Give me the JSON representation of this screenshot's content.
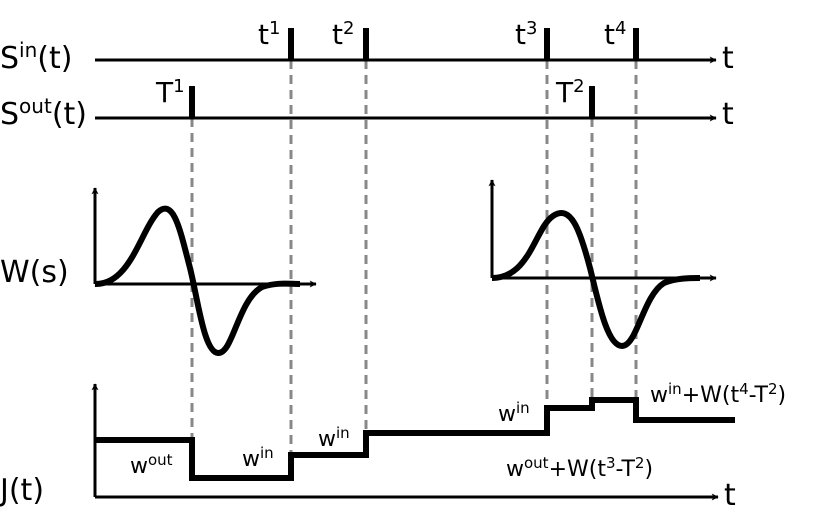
{
  "rows": {
    "s_in": {
      "base": "S",
      "sup": "in",
      "tail": "(t)",
      "axis_label": "t"
    },
    "s_out": {
      "base": "S",
      "sup": "out",
      "tail": "(t)",
      "axis_label": "t"
    },
    "w": {
      "label": "W(s)"
    },
    "j": {
      "label": "J(t)",
      "axis_label": "t"
    }
  },
  "input_spikes": [
    {
      "base": "t",
      "sup": "1"
    },
    {
      "base": "t",
      "sup": "2"
    },
    {
      "base": "t",
      "sup": "3"
    },
    {
      "base": "t",
      "sup": "4"
    }
  ],
  "output_spikes": [
    {
      "base": "T",
      "sup": "1"
    },
    {
      "base": "T",
      "sup": "2"
    }
  ],
  "j_annotations": {
    "w_out": {
      "base": "w",
      "sup": "out"
    },
    "w_in_1": {
      "base": "w",
      "sup": "in"
    },
    "w_in_2": {
      "base": "w",
      "sup": "in"
    },
    "w_in_3": {
      "base": "w",
      "sup": "in"
    },
    "expr_top": {
      "a": "w",
      "a_sup": "in",
      "b": "+W(t",
      "b_sup": "4",
      "c": "-T",
      "c_sup": "2",
      "d": ")"
    },
    "expr_bottom": {
      "a": "w",
      "a_sup": "out",
      "b": "+W(t",
      "b_sup": "3",
      "c": "-T",
      "c_sup": "2",
      "d": ")"
    }
  }
}
